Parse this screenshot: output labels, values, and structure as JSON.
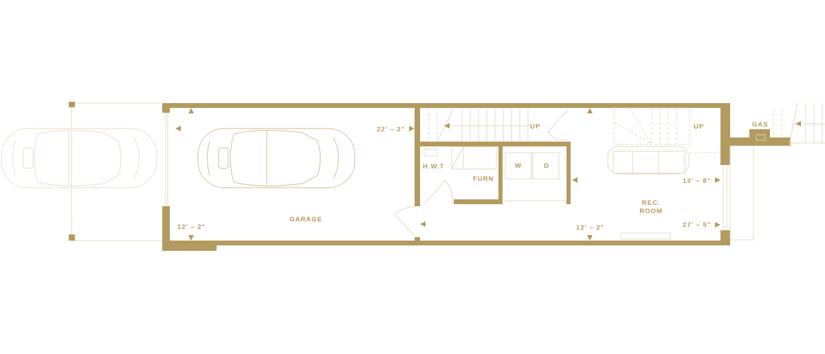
{
  "colors": {
    "wall": "#b39a5e",
    "fixture": "#e2d8c2"
  },
  "rooms": {
    "garage": "GARAGE",
    "rec_room_line1": "REC.",
    "rec_room_line2": "ROOM",
    "hwt": "H.W.T",
    "furnace": "FURN",
    "washer": "W",
    "dryer": "D",
    "gas": "GAS"
  },
  "stairs": {
    "up_left": "UP",
    "up_right": "UP"
  },
  "dimensions": {
    "garage_length": "22' – 2\"",
    "garage_width": "12' – 2\"",
    "rec_width": "12' – 2\"",
    "rec_depth": "13' – 8\"",
    "total_depth": "27' – 5\""
  }
}
